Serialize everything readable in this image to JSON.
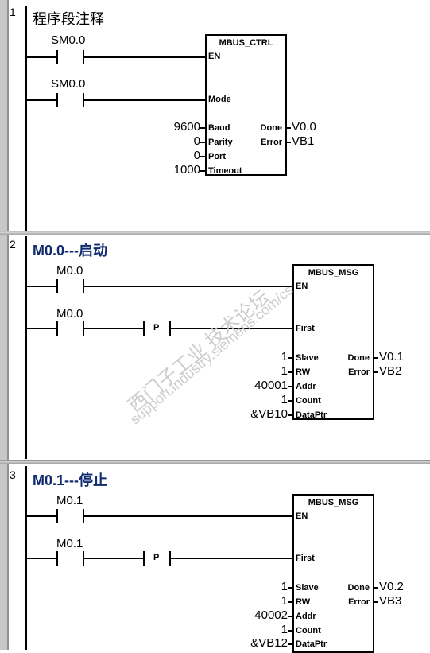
{
  "networks": [
    {
      "number": "1",
      "title": "程序段注释",
      "contact1": "SM0.0",
      "contact2": "SM0.0",
      "block": {
        "name": "MBUS_CTRL",
        "inputs": [
          {
            "pin": "EN"
          },
          {
            "pin": "Mode"
          },
          {
            "pin": "Baud",
            "value": "9600"
          },
          {
            "pin": "Parity",
            "value": "0"
          },
          {
            "pin": "Port",
            "value": "0"
          },
          {
            "pin": "Timeout",
            "value": "1000"
          }
        ],
        "outputs": [
          {
            "pin": "Done",
            "value": "V0.0"
          },
          {
            "pin": "Error",
            "value": "VB1"
          }
        ]
      }
    },
    {
      "number": "2",
      "title": "M0.0---启动",
      "contact1": "M0.0",
      "contact2": "M0.0",
      "edge_label": "P",
      "block": {
        "name": "MBUS_MSG",
        "inputs": [
          {
            "pin": "EN"
          },
          {
            "pin": "First"
          },
          {
            "pin": "Slave",
            "value": "1"
          },
          {
            "pin": "RW",
            "value": "1"
          },
          {
            "pin": "Addr",
            "value": "40001"
          },
          {
            "pin": "Count",
            "value": "1"
          },
          {
            "pin": "DataPtr",
            "value": "&VB10"
          }
        ],
        "outputs": [
          {
            "pin": "Done",
            "value": "V0.1"
          },
          {
            "pin": "Error",
            "value": "VB2"
          }
        ]
      }
    },
    {
      "number": "3",
      "title": "M0.1---停止",
      "contact1": "M0.1",
      "contact2": "M0.1",
      "edge_label": "P",
      "block": {
        "name": "MBUS_MSG",
        "inputs": [
          {
            "pin": "EN"
          },
          {
            "pin": "First"
          },
          {
            "pin": "Slave",
            "value": "1"
          },
          {
            "pin": "RW",
            "value": "1"
          },
          {
            "pin": "Addr",
            "value": "40002"
          },
          {
            "pin": "Count",
            "value": "1"
          },
          {
            "pin": "DataPtr",
            "value": "&VB12"
          }
        ],
        "outputs": [
          {
            "pin": "Done",
            "value": "V0.2"
          },
          {
            "pin": "Error",
            "value": "VB3"
          }
        ]
      }
    }
  ],
  "watermark": {
    "line1": "西门子工业  技术论坛",
    "line2": "support.industry.siemens.com/cs"
  }
}
